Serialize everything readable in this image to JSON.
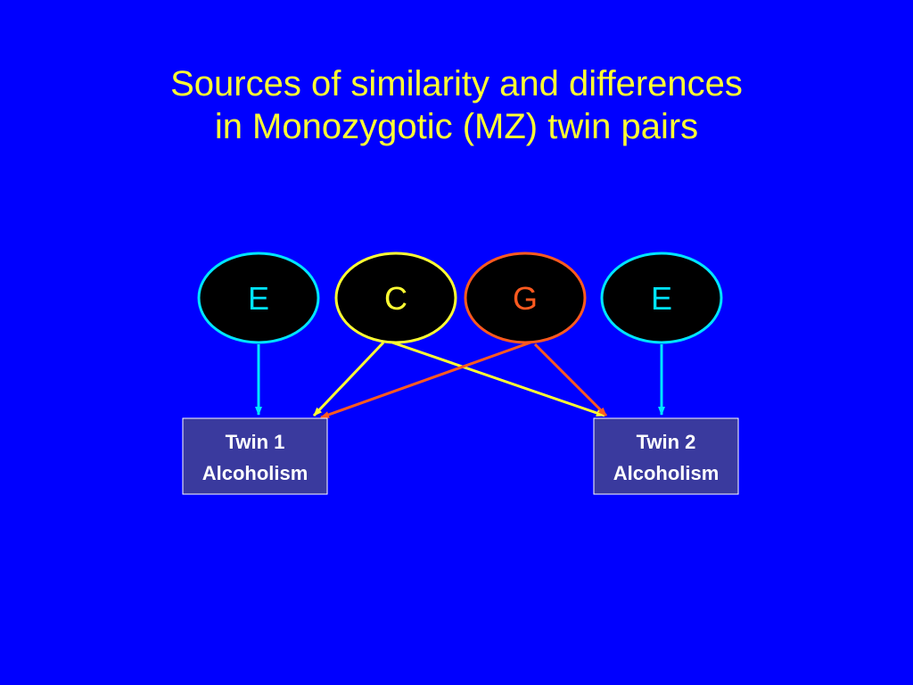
{
  "title": {
    "line1": "Sources of similarity and differences",
    "line2": "in Monozygotic (MZ) twin pairs"
  },
  "colors": {
    "background": "#0000FF",
    "title": "#FFFF33",
    "e_factor": "#00E5FF",
    "c_factor": "#FFFF33",
    "g_factor": "#FF5A1F",
    "box_fill": "#3A3A9E",
    "box_text": "#FFFFFF"
  },
  "factors": [
    {
      "id": "e1",
      "label": "E",
      "color": "#00E5FF"
    },
    {
      "id": "c",
      "label": "C",
      "color": "#FFFF33"
    },
    {
      "id": "g",
      "label": "G",
      "color": "#FF5A1F"
    },
    {
      "id": "e2",
      "label": "E",
      "color": "#00E5FF"
    }
  ],
  "outcomes": [
    {
      "id": "twin1",
      "line1": "Twin 1",
      "line2": "Alcoholism"
    },
    {
      "id": "twin2",
      "line1": "Twin 2",
      "line2": "Alcoholism"
    }
  ],
  "edges": [
    {
      "from": "e1",
      "to": "twin1",
      "color": "#00E5FF"
    },
    {
      "from": "c",
      "to": "twin1",
      "color": "#FFFF33"
    },
    {
      "from": "c",
      "to": "twin2",
      "color": "#FFFF33"
    },
    {
      "from": "g",
      "to": "twin1",
      "color": "#FF5A1F"
    },
    {
      "from": "g",
      "to": "twin2",
      "color": "#FF5A1F"
    },
    {
      "from": "e2",
      "to": "twin2",
      "color": "#00E5FF"
    }
  ]
}
